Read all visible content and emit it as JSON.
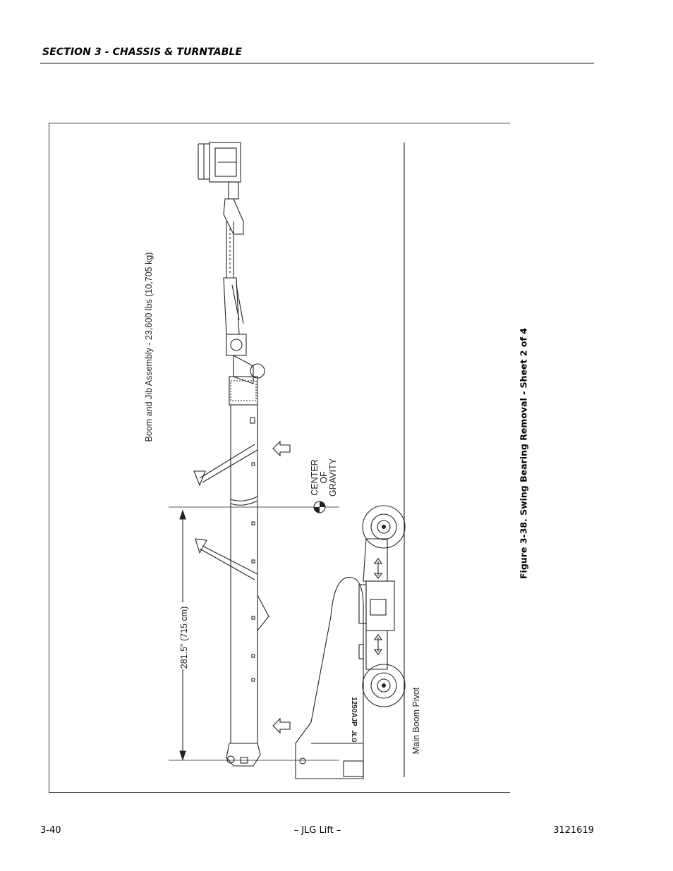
{
  "header": {
    "section_title": "SECTION 3 - CHASSIS & TURNTABLE"
  },
  "figure": {
    "weight_label": "Boom and Jib Assembly - 23,600 lbs (10,705 kg)",
    "cg_label_line1": "CENTER",
    "cg_label_line2": "OF",
    "cg_label_line3": "GRAVITY",
    "dimension_label": "281.5\" (715 cm)",
    "pivot_label": "Main Boom Pivot",
    "machine_model": "1250AJP",
    "brand": "JLG",
    "caption": "Figure 3-38.  Swing Bearing Removal - Sheet 2 of 4"
  },
  "footer": {
    "page_number": "3-40",
    "publisher": "– JLG Lift –",
    "doc_number": "3121619"
  }
}
